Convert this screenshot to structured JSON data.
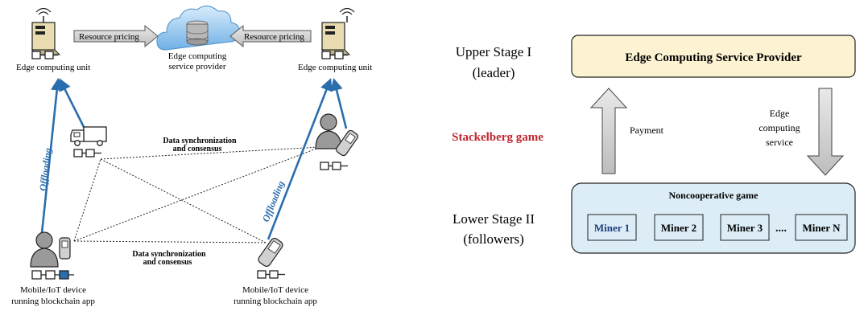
{
  "left_diagram": {
    "resource_pricing_left": "Resource pricing",
    "resource_pricing_right": "Resource pricing",
    "edge_unit_left_label": "Edge computing unit",
    "edge_unit_right_label": "Edge computing unit",
    "provider_label_line1": "Edge computing",
    "provider_label_line2": "service provider",
    "sync_top_line1": "Data synchronization",
    "sync_top_line2": "and consensus",
    "sync_bottom_line1": "Data synchronization",
    "sync_bottom_line2": "and consensus",
    "offloading_left": "Offloading",
    "offloading_right": "Offloading",
    "device_left_line1": "Mobile/IoT device",
    "device_left_line2": "running blockchain app",
    "device_right_line1": "Mobile/IoT device",
    "device_right_line2": "running blockchain app"
  },
  "right_diagram": {
    "upper_stage_line1": "Upper Stage I",
    "upper_stage_line2": "(leader)",
    "lower_stage_line1": "Lower Stage II",
    "lower_stage_line2": "(followers)",
    "game_label": "Stackelberg game",
    "provider_box": "Edge Computing Service Provider",
    "payment": "Payment",
    "service_line1": "Edge",
    "service_line2": "computing",
    "service_line3": "service",
    "noncoop": "Noncooperative game",
    "miners": [
      "Miner 1",
      "Miner 2",
      "Miner 3",
      "Miner N"
    ],
    "ellipsis": "...."
  },
  "colors": {
    "blue_arrow": "#2a6ead",
    "offloading_text": "#2a6ead",
    "stackelberg_text": "#c0272d",
    "provider_box_fill": "#fdf3d2",
    "noncoop_fill": "#dcedf7",
    "miner1_text": "#1f3d7a"
  }
}
